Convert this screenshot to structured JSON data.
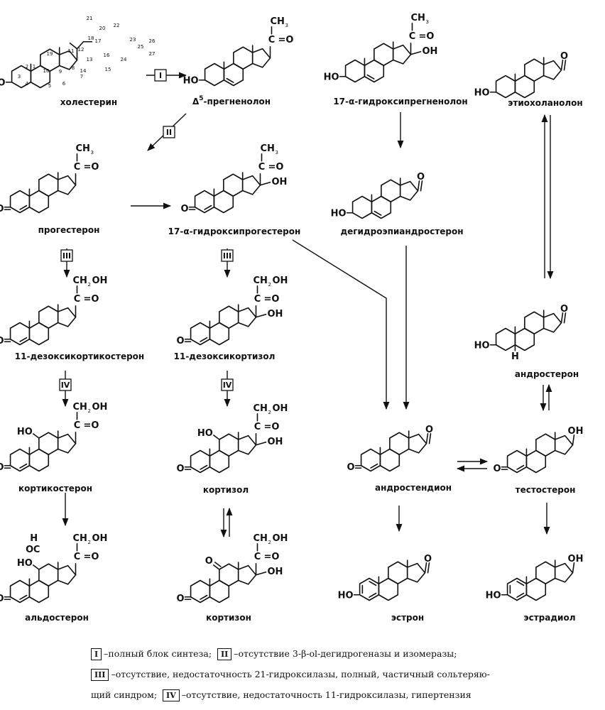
{
  "compounds": [
    {
      "id": "cholesterol",
      "label": "холестерин",
      "ring_numbers": [
        "1",
        "2",
        "3",
        "4",
        "5",
        "6",
        "7",
        "8",
        "9",
        "10",
        "11",
        "12",
        "13",
        "14",
        "15",
        "16",
        "17",
        "18",
        "19",
        "20",
        "21",
        "22",
        "23",
        "24",
        "25",
        "26",
        "27"
      ]
    },
    {
      "id": "pregnenolone",
      "label": "-прегненолон",
      "label_prefix": "Δ",
      "label_sup": "5"
    },
    {
      "id": "hydroxypregnenolone",
      "label": "17-α-гидроксипрегненолон"
    },
    {
      "id": "etiocholanolone",
      "label": "этиохоланолон"
    },
    {
      "id": "progesterone",
      "label": "прогестерон"
    },
    {
      "id": "hydroxyprogesterone",
      "label": "17-α-гидроксипрогестерон"
    },
    {
      "id": "dhea",
      "label": "дегидроэпиандростерон"
    },
    {
      "id": "deoxycorticosterone",
      "label": "11-дезоксикортикостерон"
    },
    {
      "id": "deoxycortisol",
      "label": "11-дезоксикортизол"
    },
    {
      "id": "androsterone",
      "label": "андростерон"
    },
    {
      "id": "corticosterone",
      "label": "кортикостерон"
    },
    {
      "id": "cortisol",
      "label": "кортизол"
    },
    {
      "id": "androstenedione",
      "label": "андростендион"
    },
    {
      "id": "testosterone",
      "label": "тестостерон"
    },
    {
      "id": "aldosterone",
      "label": "альдостерон"
    },
    {
      "id": "cortisone",
      "label": "кортизон"
    },
    {
      "id": "estrone",
      "label": "эстрон"
    },
    {
      "id": "estradiol",
      "label": "эстрадиол"
    }
  ],
  "atoms": {
    "ho": "HO",
    "oh": "OH",
    "o": "O",
    "ch3": "CH",
    "ch3_sub": "3",
    "ch2oh": "CH",
    "ch2oh_sub": "2",
    "ch2oh_tail": "OH",
    "c": "C",
    "h": "H",
    "eq_o": "=O"
  },
  "block_markers": [
    "I",
    "II",
    "III",
    "IV"
  ],
  "legend": {
    "i_text": "–полный блок синтеза;",
    "ii_text": "–отсутствие 3-β-ol-дегидрогеназы и изомеразы;",
    "iii_text": "–отсутствие, недостаточность 21-гидроксилазы, полный, частичный сольтеряю-",
    "iii_cont": "щий синдром;",
    "iv_text": "–отсутствие, недостаточность 11-гидроксилазы, гипертензия"
  }
}
